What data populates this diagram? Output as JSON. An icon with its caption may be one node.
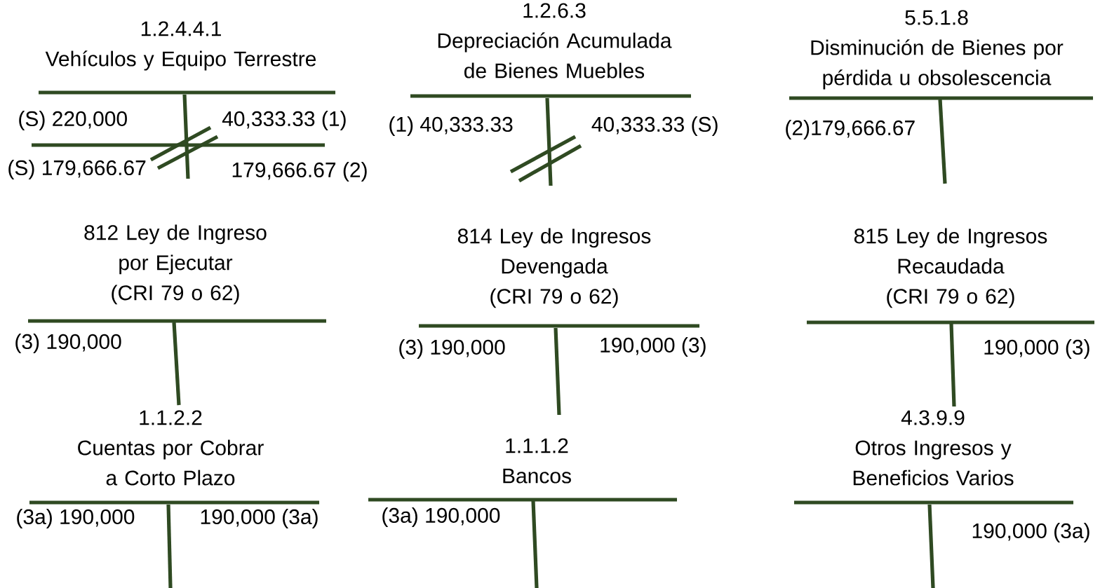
{
  "diagram": {
    "nodes": [
      {
        "text": [
          "1.2.4.4.1",
          "Vehículos y Equipo Terrestre"
        ]
      },
      {
        "text": [
          "1.2.6.3",
          "Depreciación Acumulada de Bienes Muebles"
        ]
      },
      {
        "text": [
          "5.5.1.8",
          "Disminución de Bienes por pérdida u obsolescencia"
        ]
      },
      {
        "text": [
          "812 Ley de Ingreso por Ejecutar",
          "(CRI 79 o 62)"
        ]
      },
      {
        "text": [
          "814 Ley de Ingresos Devengada",
          "(CRI 79 o 62)"
        ]
      },
      {
        "text": [
          "815 Ley de Ingresos Recaudada",
          "(CRI 79 o 62)"
        ]
      },
      {
        "text": [
          "1.1.2.2",
          "Cuentas por Cobrar a Corto Plazo"
        ]
      },
      {
        "text": [
          "1.1.1.2",
          "Bancos"
        ]
      },
      {
        "text": [
          "4.3.9.9",
          "Otros Ingresos y Beneficios Varios"
        ]
      }
    ],
    "labels": [
      "(S)  220,000",
      "40,333.33 (1)",
      "(S)  179,666.67",
      "179,666.67 (2)",
      "(1) 40,333.33",
      "40,333.33 (S)",
      "(2)179,666.67",
      "(3)  190,000",
      "(3) 190,000",
      "190,000  (3)",
      "190,000  (3)",
      "(3a) 190,000",
      "190,000 (3a)",
      "(3a) 190,000",
      "190,000 (3a)"
    ]
  }
}
